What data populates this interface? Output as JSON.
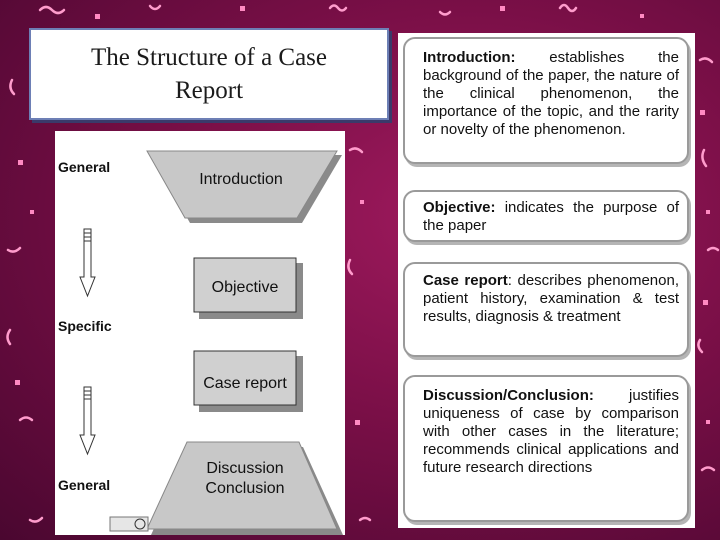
{
  "slide": {
    "title": "The Structure of a Case Report"
  },
  "diagram": {
    "label_general_top": "General",
    "label_specific": "Specific",
    "label_general_bottom": "General",
    "shape_introduction": "Introduction",
    "shape_objective": "Objective",
    "shape_case_report": "Case report",
    "shape_discussion_line1": "Discussion",
    "shape_discussion_line2": "Conclusion"
  },
  "cards": [
    {
      "term": "Introduction:",
      "body": " establishes the background of the paper, the nature of the clinical phenomenon, the importance of the topic, and the rarity or novelty of the phenomenon."
    },
    {
      "term": "Objective:",
      "body": " indicates the purpose of the paper"
    },
    {
      "term": "Case report",
      "body": ": describes phenomenon, patient history, examination & test results, diagnosis & treatment"
    },
    {
      "term": "Discussion/Conclusion:",
      "body": " justifies uniqueness of case by comparison with other cases in the literature; recommends clinical applications and future research directions"
    }
  ],
  "colors": {
    "background": "#7a0f47",
    "shape_fill": "#c8c8c8",
    "shape_shadow": "#8a8a8a",
    "title_border": "#6d7fb5"
  }
}
